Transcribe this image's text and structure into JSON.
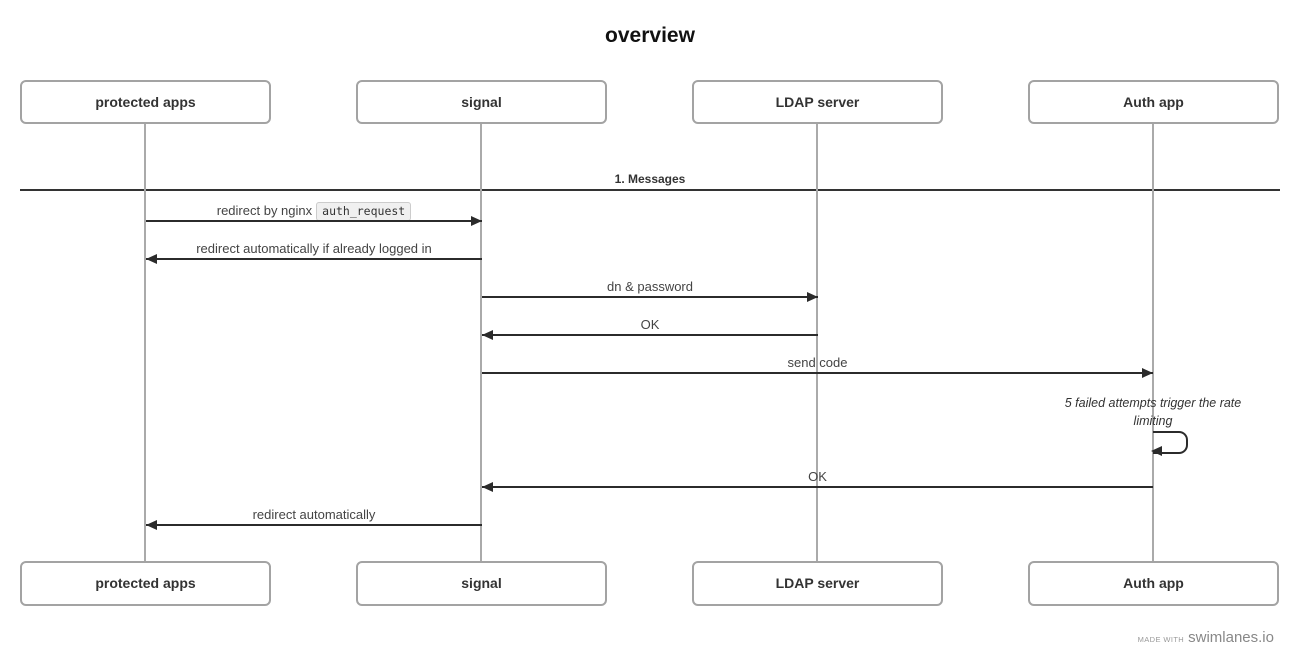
{
  "title": "overview",
  "actors": [
    {
      "label": "protected apps"
    },
    {
      "label": "signal"
    },
    {
      "label": "LDAP server"
    },
    {
      "label": "Auth app"
    }
  ],
  "section": {
    "label": "1. Messages"
  },
  "messages": [
    {
      "text": "redirect by nginx",
      "code": "auth_request",
      "from": "protected apps",
      "to": "signal",
      "direction": "right"
    },
    {
      "text": "redirect automatically if already logged in",
      "from": "signal",
      "to": "protected apps",
      "direction": "left"
    },
    {
      "text": "dn & password",
      "from": "signal",
      "to": "LDAP server",
      "direction": "right"
    },
    {
      "text": "OK",
      "from": "LDAP server",
      "to": "signal",
      "direction": "left"
    },
    {
      "text": "send code",
      "from": "signal",
      "to": "Auth app",
      "direction": "right"
    },
    {
      "text": "OK",
      "from": "Auth app",
      "to": "signal",
      "direction": "left"
    },
    {
      "text": "redirect automatically",
      "from": "signal",
      "to": "protected apps",
      "direction": "left"
    }
  ],
  "note": {
    "text": "5 failed attempts trigger the rate limiting",
    "actor": "Auth app",
    "style": "italic"
  },
  "self_loop": {
    "actor": "Auth app"
  },
  "watermark": {
    "prefix": "made with",
    "brand": "swimlanes.io"
  },
  "colors": {
    "arrow": "#2b2b2b",
    "lifeline": "#aaaaaa",
    "box_border": "#a3a3a3",
    "divider": "#333333",
    "label_text": "#444444",
    "code_bg": "#f0f0f0",
    "code_border": "#cccccc",
    "watermark": "#8c8c8c"
  }
}
